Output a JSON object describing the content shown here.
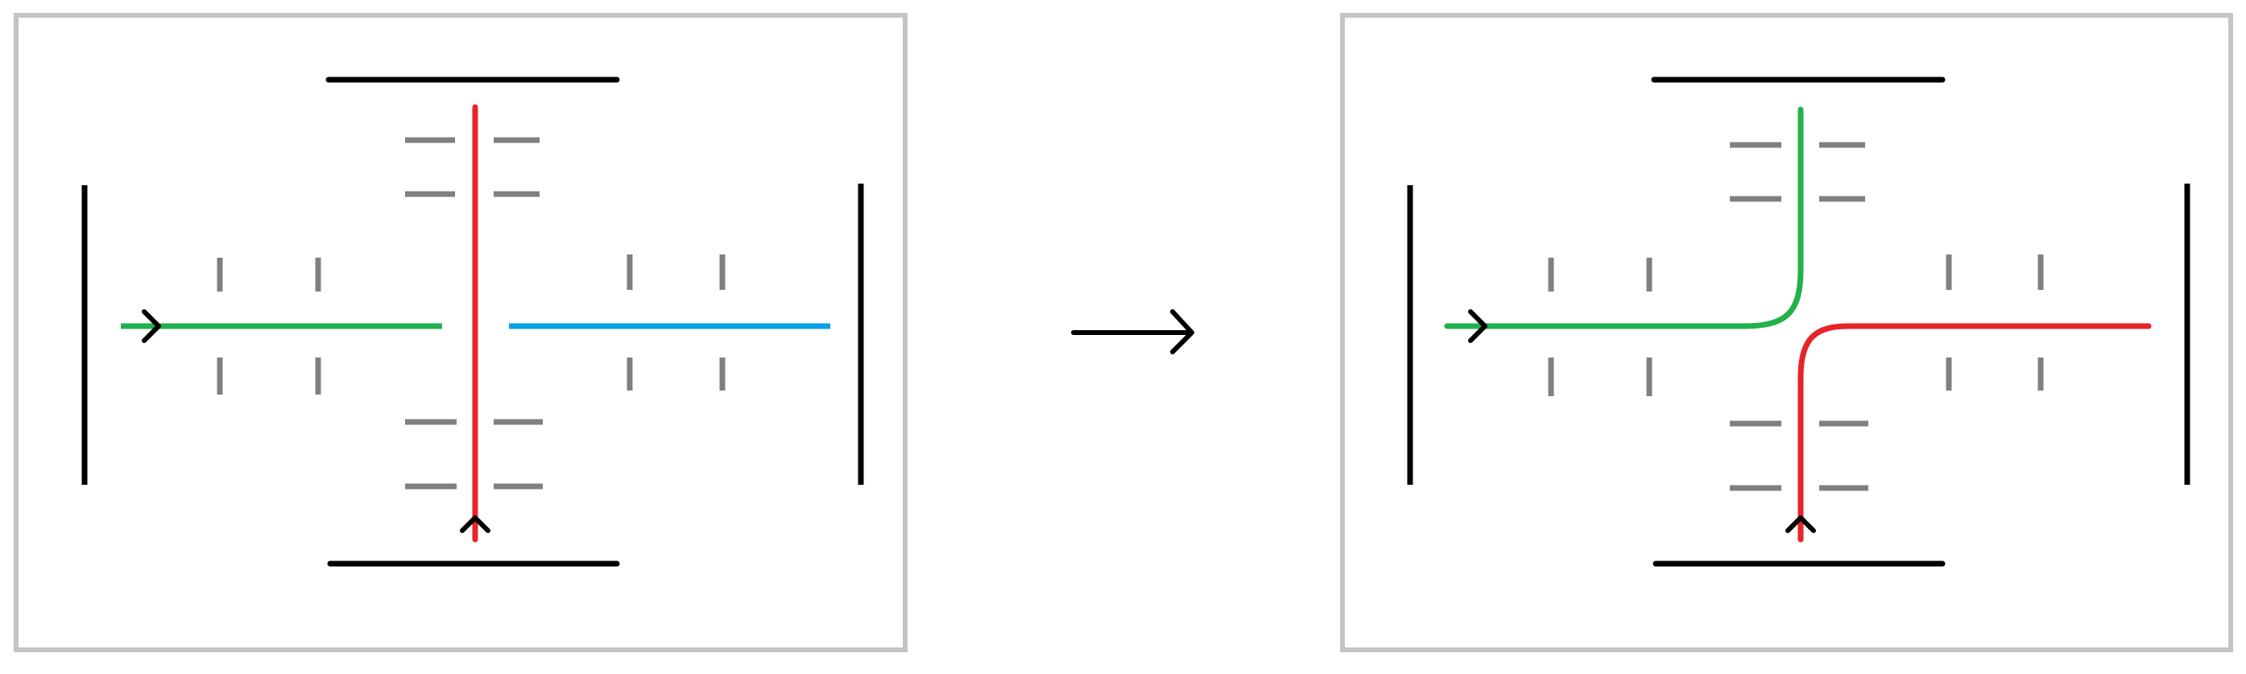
{
  "colors": {
    "background": "#ffffff",
    "frame": "#c4c4c4",
    "wall": "#000000",
    "tick": "#808080",
    "green": "#22b14c",
    "red": "#e8242b",
    "blue": "#0aa0e6",
    "arrow": "#000000"
  },
  "panels": [
    {
      "id": "before",
      "paths": [
        {
          "color_key": "green",
          "role": "horizontal-left-segment"
        },
        {
          "color_key": "blue",
          "role": "horizontal-right-segment"
        },
        {
          "color_key": "red",
          "role": "vertical-segment"
        }
      ]
    },
    {
      "id": "after",
      "paths": [
        {
          "color_key": "green",
          "role": "left-to-top-curve"
        },
        {
          "color_key": "red",
          "role": "bottom-to-right-curve"
        }
      ]
    }
  ],
  "transition": {
    "icon": "right-arrow-icon"
  }
}
